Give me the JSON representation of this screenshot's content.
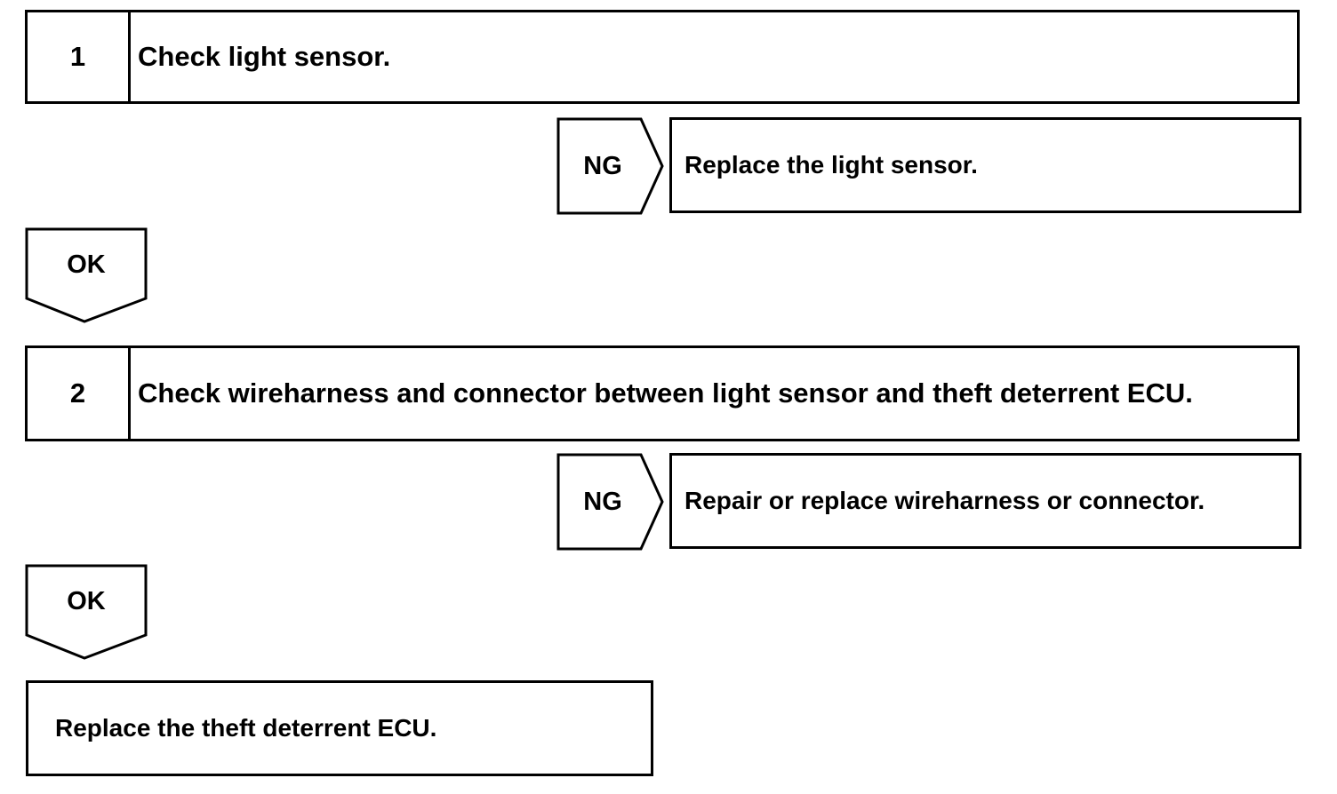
{
  "steps": [
    {
      "number": "1",
      "text": "Check light sensor."
    },
    {
      "number": "2",
      "text": "Check wireharness and connector between light sensor and theft deterrent ECU."
    }
  ],
  "ng_branches": [
    {
      "label": "NG",
      "action": "Replace the light sensor."
    },
    {
      "label": "NG",
      "action": "Repair or replace wireharness or connector."
    }
  ],
  "ok_arrows": [
    {
      "label": "OK"
    },
    {
      "label": "OK"
    }
  ],
  "final_action": "Replace the theft deterrent ECU."
}
